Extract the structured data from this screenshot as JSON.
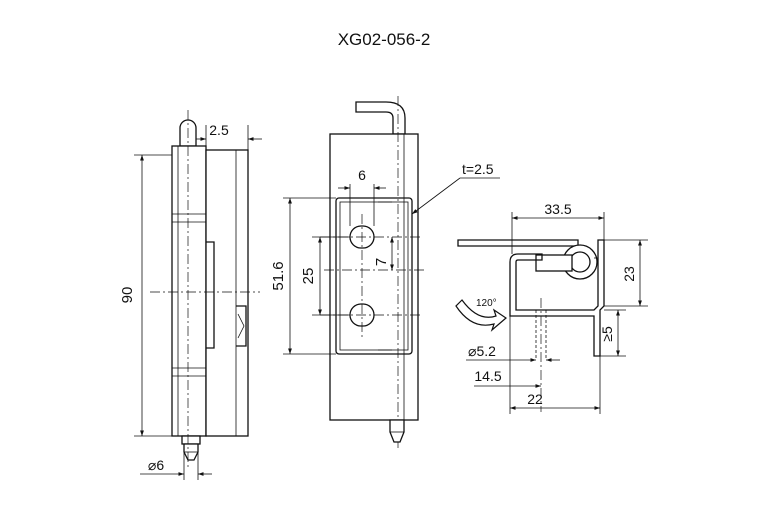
{
  "title": "XG02-056-2",
  "side_view": {
    "dim_length": "90",
    "dim_offset": "2.5",
    "dim_pin_diameter": "⌀6"
  },
  "front_view": {
    "dim_hole_width": "6",
    "dim_thickness": "t=2.5",
    "dim_height": "51.6",
    "dim_hole_pitch": "25",
    "dim_hole_offset": "7"
  },
  "top_view": {
    "dim_width": "33.5",
    "dim_height": "23",
    "dim_min_depth": "≥5",
    "dim_hole_diameter": "⌀5.2",
    "dim_hole_position": "14.5",
    "dim_base": "22",
    "rotation_angle": "120°"
  }
}
